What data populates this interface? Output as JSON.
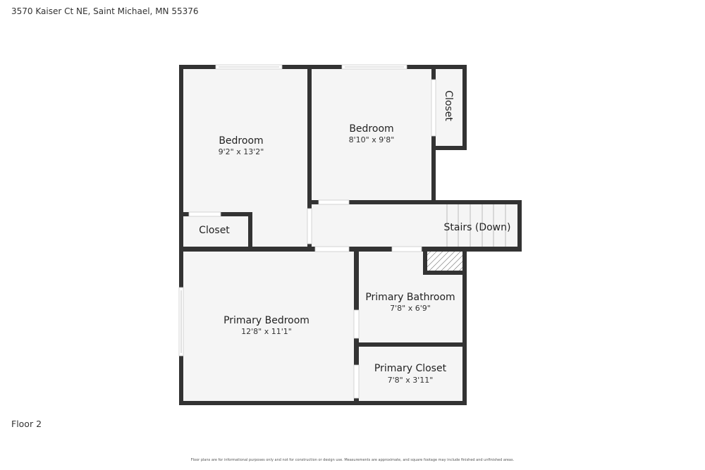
{
  "address": "3570 Kaiser Ct NE, Saint Michael, MN 55376",
  "floor_label": "Floor 2",
  "disclaimer": "Floor plans are for informational purposes only and not for construction or design use. Measurements are approximate, and square footage may include finished and unfinished areas.",
  "colors": {
    "wall": "#333333",
    "floor": "#f5f5f5"
  },
  "rooms": [
    {
      "name": "Bedroom",
      "dims": "9'2\" x 13'2\""
    },
    {
      "name": "Bedroom",
      "dims": "8'10\" x 9'8\""
    },
    {
      "name": "Closet",
      "dims": ""
    },
    {
      "name": "Closet",
      "dims": ""
    },
    {
      "name": "Stairs (Down)",
      "dims": ""
    },
    {
      "name": "Primary Bedroom",
      "dims": "12'8\" x 11'1\""
    },
    {
      "name": "Primary Bathroom",
      "dims": "7'8\" x 6'9\""
    },
    {
      "name": "Primary Closet",
      "dims": "7'8\" x 3'11\""
    }
  ]
}
